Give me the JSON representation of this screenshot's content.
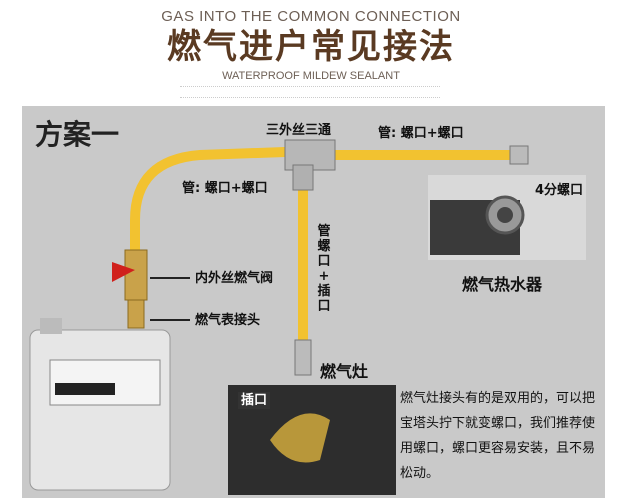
{
  "header": {
    "subtitle_en": "GAS INTO THE COMMON CONNECTION",
    "title": "燃气进户常见接法",
    "tagline_en": "WATERPROOF MILDEW SEALANT"
  },
  "diagram": {
    "scheme": "方案一",
    "labels": {
      "tee": "三外丝三通",
      "pipe_top": "管: 螺口+螺口",
      "pipe_left": "管: 螺口+螺口",
      "pipe_vertical": "管\n螺口\n+\n插口",
      "valve": "内外丝燃气阀",
      "meter_joint": "燃气表接头",
      "water_heater_port": "4分螺口",
      "water_heater": "燃气热水器",
      "stove": "燃气灶",
      "stove_port": "插口"
    },
    "note": "燃气灶接头有的是双用的，可以把宝塔头拧下就变螺口，我们推荐使用螺口，螺口更容易安装，且不易松动。",
    "colors": {
      "pipe": "#f2c230",
      "panel": "#c9c9c9",
      "title": "#5a3a22",
      "valve_handle": "#d0201c"
    }
  }
}
